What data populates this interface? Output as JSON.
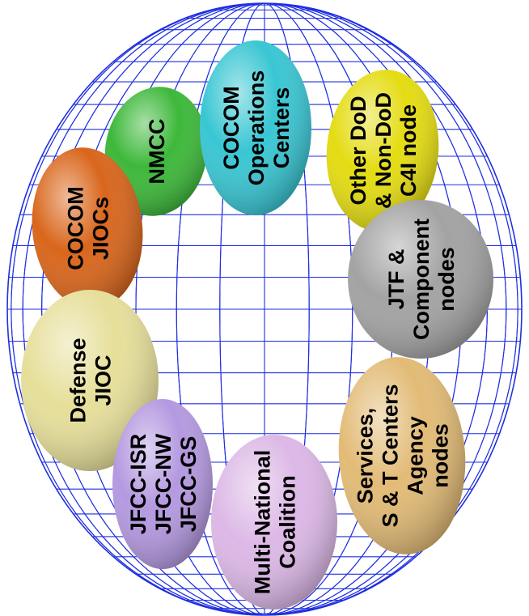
{
  "diagram": {
    "nodes": [
      {
        "id": "nmcc",
        "lines": [
          "NMCC"
        ],
        "color": "#3db83a"
      },
      {
        "id": "cocom-ops",
        "lines": [
          "COCOM",
          "Operations",
          "Centers"
        ],
        "color": "#39c6d3"
      },
      {
        "id": "other-dod",
        "lines": [
          "Other DoD",
          "& Non-DoD",
          "C4I node"
        ],
        "color": "#e4dc12"
      },
      {
        "id": "cocom-jiocs",
        "lines": [
          "COCOM",
          "JIOCs"
        ],
        "color": "#d9661c"
      },
      {
        "id": "jtf",
        "lines": [
          "JTF &",
          "Component",
          "nodes"
        ],
        "color": "#a3a3a3"
      },
      {
        "id": "defense-jioc",
        "lines": [
          "Defense",
          "JIOC"
        ],
        "color": "#e6df9a"
      },
      {
        "id": "services",
        "lines": [
          "Services,",
          "S & T Centers",
          "Agency",
          "nodes"
        ],
        "color": "#e2bb76"
      },
      {
        "id": "jfcc",
        "lines": [
          "JFCC-ISR",
          "JFCC-NW",
          "JFCC-GS"
        ],
        "color": "#b499e0"
      },
      {
        "id": "multinational",
        "lines": [
          "Multi-National",
          "Coalition"
        ],
        "color": "#dcb8e6"
      }
    ],
    "colors": {
      "grid": "#1f2fe0",
      "background": "#ffffff"
    }
  }
}
